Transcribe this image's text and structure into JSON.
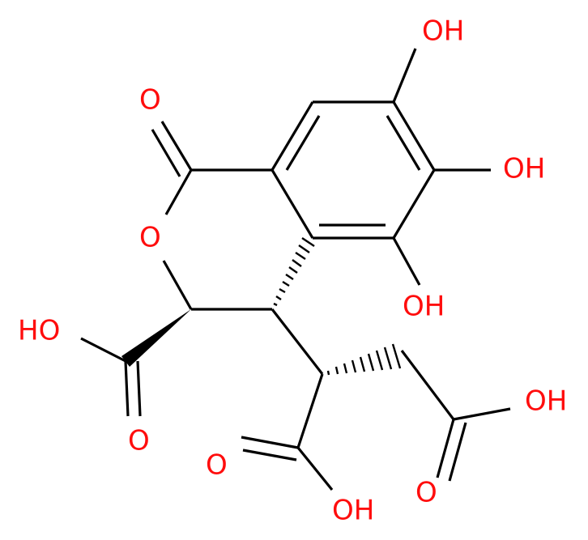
{
  "colors": {
    "carbon_bond": "#000000",
    "oxygen": "#ff0d0d",
    "background": "#ffffff"
  },
  "labels": {
    "oh_top": "OH",
    "oh_mid": "OH",
    "oh_low": "OH",
    "o_carbonyl": "O",
    "o_ring": "O",
    "ho_left": "HO",
    "o_left_acid": "O",
    "o_mid_acid": "O",
    "oh_bottom": "OH",
    "oh_right": "OH",
    "o_right_acid": "O"
  }
}
